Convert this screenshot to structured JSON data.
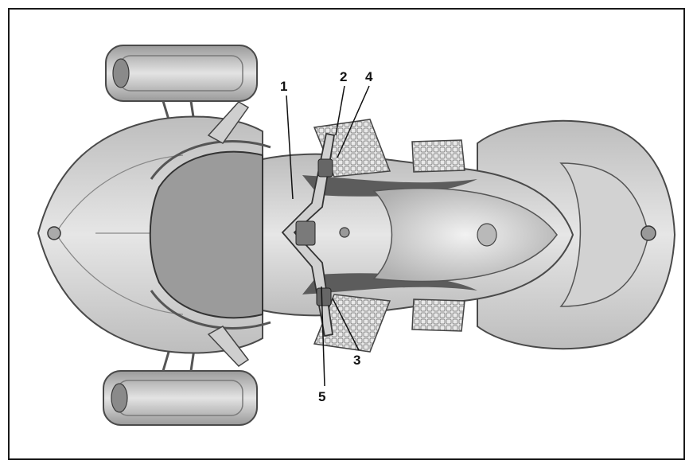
{
  "figure": {
    "subject": "vehicle-top-view",
    "colors": {
      "frame": "#1a1a1a",
      "body_light": "#d9d9d9",
      "body_mid": "#b5b5b5",
      "body_dark": "#6e6e6e",
      "seat": "#cfcfcf"
    }
  },
  "callouts": [
    {
      "label": "1"
    },
    {
      "label": "2"
    },
    {
      "label": "4"
    },
    {
      "label": "3"
    },
    {
      "label": "5"
    }
  ]
}
